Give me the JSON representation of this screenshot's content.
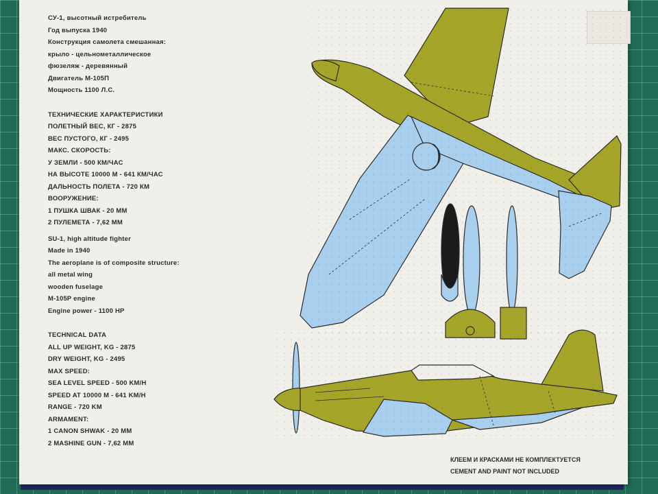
{
  "sheet": {
    "russian_info": [
      "СУ-1, высотный истребитель",
      "Год выпуска 1940",
      "Конструкция самолета смешанная:",
      "крыло - цельнометаллическое",
      "фюзеляж - деревянный",
      "Двигатель М-105П",
      "Мощность 1100 Л.С."
    ],
    "russian_tech": [
      "ТЕХНИЧЕСКИЕ ХАРАКТЕРИСТИКИ",
      "ПОЛЕТНЫЙ ВЕС, КГ - 2875",
      "ВЕС ПУСТОГО, КГ - 2495",
      "МАКС. СКОРОСТЬ:",
      "У ЗЕМЛИ - 500 КМ/ЧАС",
      "НА ВЫСОТЕ 10000 М - 641 КМ/ЧАС",
      "ДАЛЬНОСТЬ ПОЛЕТА - 720 КМ",
      "ВООРУЖЕНИЕ:",
      "1 ПУШКА ШВАК - 20 ММ",
      "2 ПУЛЕМЕТА - 7,62 ММ"
    ],
    "english_info": [
      "SU-1, high altitude fighter",
      "Made in 1940",
      "The aeroplane is of composite structure:",
      "all metal wing",
      "wooden fuselage",
      "M-105P engine",
      "Engine power - 1100 HP"
    ],
    "english_tech": [
      "TECHNICAL DATA",
      "ALL UP WEIGHT, KG - 2875",
      "DRY WEIGHT, KG - 2495",
      "MAX SPEED:",
      "SEA LEVEL SPEED - 500 KM/H",
      "SPEED AT 10000 M - 641 KM/H",
      "RANGE - 720 KM",
      "ARMAMENT:",
      "1 CANON SHWAK - 20 MM",
      "2 MASHINE GUN - 7,62 MM"
    ],
    "footer": [
      "КЛЕЕМ И КРАСКАМИ НЕ КОМПЛЕКТУЕТСЯ",
      "CEMENT AND PAINT NOT INCLUDED"
    ]
  },
  "colors": {
    "olive": "#a5a52a",
    "light_blue": "#a9cfee",
    "paper": "#f1efe9",
    "mat": "#1f6b55",
    "ink": "#2b2b2b"
  }
}
